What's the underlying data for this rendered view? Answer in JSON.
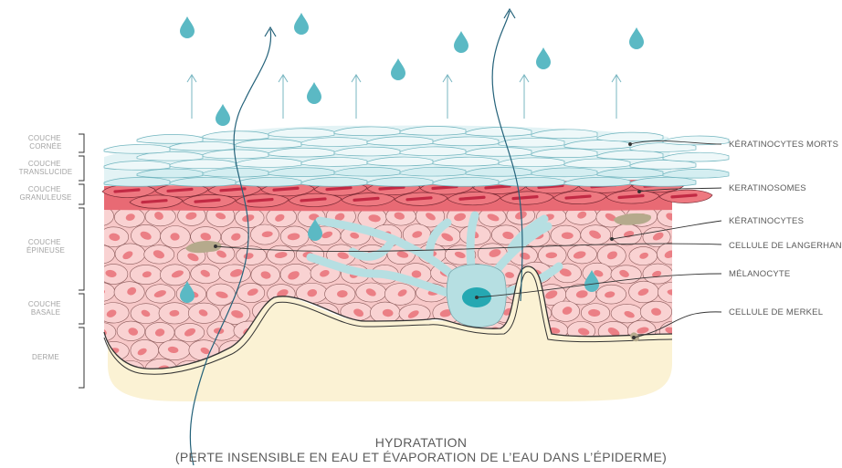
{
  "layers": [
    {
      "key": "cornee",
      "lines": [
        "COUCHE",
        "CORNÉE"
      ]
    },
    {
      "key": "translucide",
      "lines": [
        "COUCHE",
        "TRANSLUCIDE"
      ]
    },
    {
      "key": "granuleuse",
      "lines": [
        "COUCHE",
        "GRANULEUSE"
      ]
    },
    {
      "key": "epineuse",
      "lines": [
        "COUCHE",
        "ÉPINEUSE"
      ]
    },
    {
      "key": "basale",
      "lines": [
        "COUCHE",
        "BASALE"
      ]
    },
    {
      "key": "derme",
      "lines": [
        "DERME"
      ]
    }
  ],
  "labels": [
    "KÉRATINOCYTES MORTS",
    "KERATINOSOMES",
    "KÉRATINOCYTES",
    "CELLULE DE LANGERHANS",
    "MÉLANOCYTE",
    "CELLULE DE MERKEL"
  ],
  "caption": {
    "title": "HYDRATATION",
    "subtitle": "(PERTE INSENSIBLE EN EAU ET ÉVAPORATION DE L’EAU DANS L’ÉPIDERME)"
  },
  "colors": {
    "water": "#5bb9c4",
    "arrow": "#7ab7c2",
    "path": "#24627a",
    "cornee": "#e3f3f5",
    "granular": "#e86a74",
    "granular_streak": "#c22a44",
    "spinous": "#f9d2d2",
    "nucleus": "#eb7f85",
    "dermis": "#fbf2d4",
    "melanocyte": "#b6dfe2",
    "melanocyte_nucleus": "#25a8b2",
    "langerhans": "#b5aa8c",
    "outline": "#333333"
  }
}
